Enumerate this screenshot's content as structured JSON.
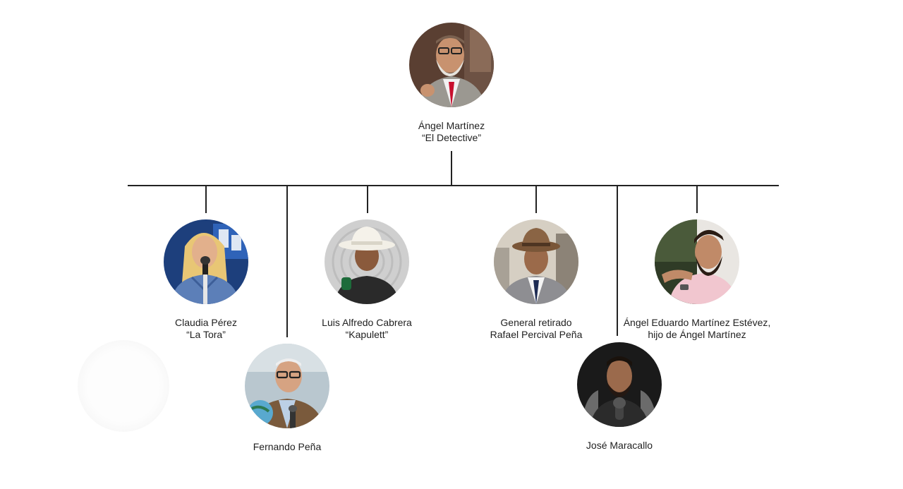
{
  "people": {
    "root": {
      "line1": "Ángel Martínez",
      "line2": "“El Detective”"
    },
    "claudia": {
      "line1": "Claudia Pérez",
      "line2": "“La Tora”"
    },
    "fernando": {
      "line1": "Fernando Peña",
      "line2": ""
    },
    "luis": {
      "line1": "Luis Alfredo Cabrera",
      "line2": "“Kapulett”"
    },
    "general": {
      "line1": "General retirado",
      "line2": "Rafael Percival Peña"
    },
    "jose": {
      "line1": "José Maracallo",
      "line2": ""
    },
    "angel_e": {
      "line1": "Ángel Eduardo Martínez Estévez,",
      "line2": "hijo de Ángel Martínez"
    }
  },
  "colors": {
    "connector": "#222222",
    "text": "#1f1f1f"
  }
}
